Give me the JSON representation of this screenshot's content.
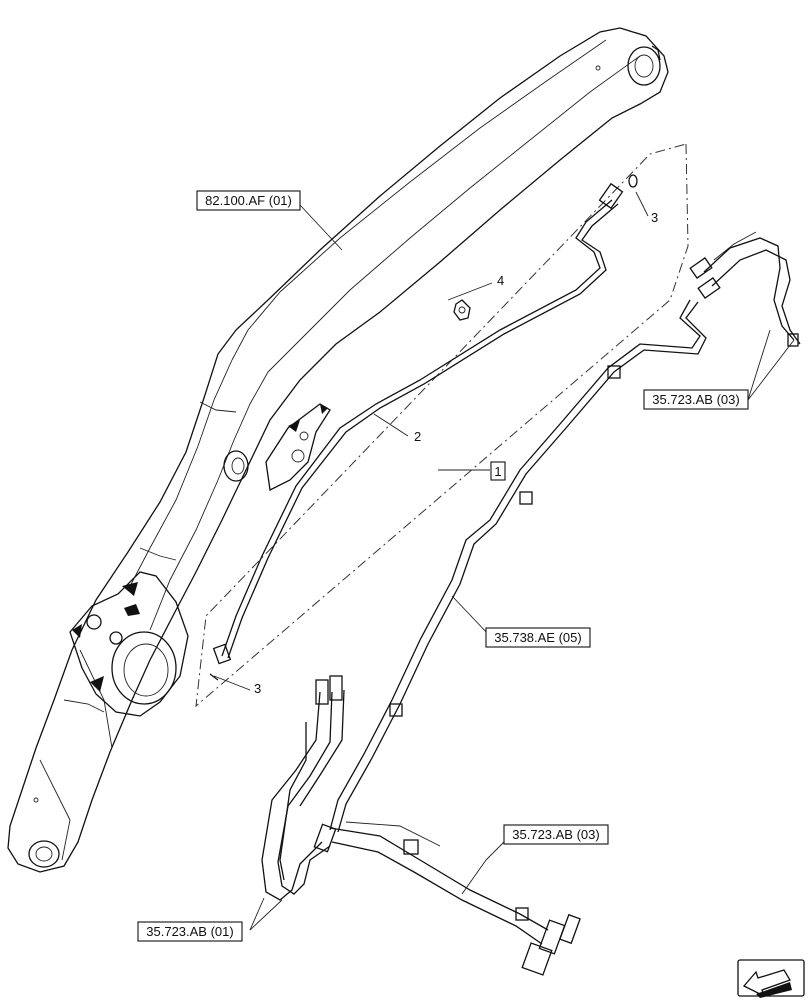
{
  "references": {
    "boom_ref": "82.100.AF (01)",
    "hose_ref_top": "35.723.AB (03)",
    "pipe_ref": "35.738.AE (05)",
    "hose_ref_bottom_right": "35.723.AB (03)",
    "hose_ref_bottom_left": "35.723.AB (01)"
  },
  "callouts": {
    "kit": "1",
    "pipe": "2",
    "seal_top": "3",
    "seal_bottom": "3",
    "clamp": "4"
  },
  "icons": {
    "navigation": "previous-page-arrow-icon"
  }
}
